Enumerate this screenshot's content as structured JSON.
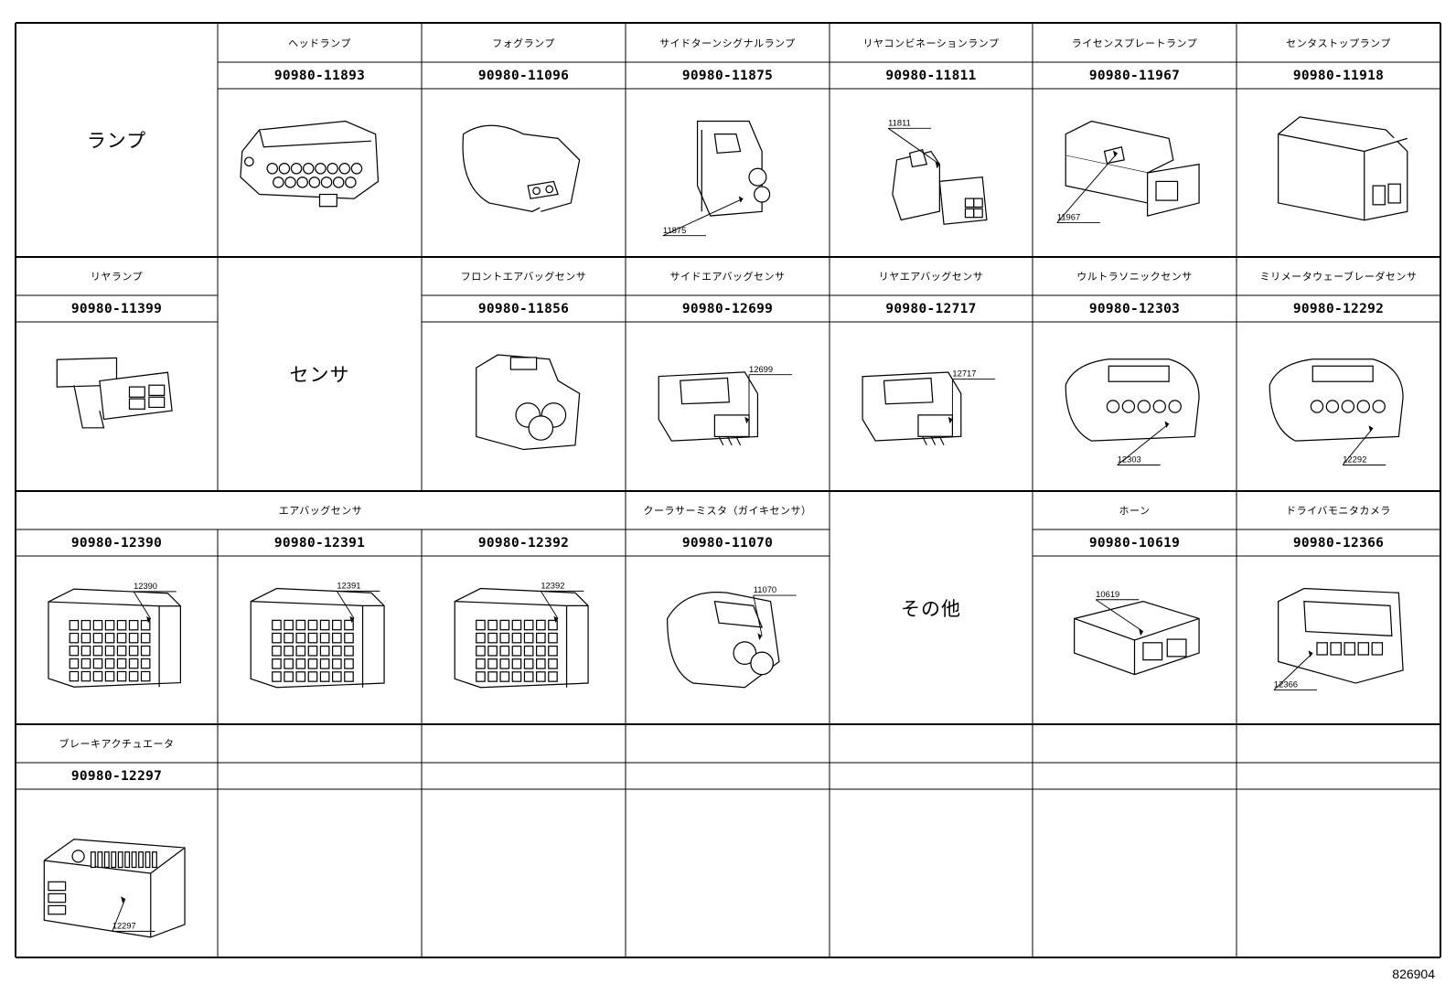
{
  "categories": {
    "lamp": "ランプ",
    "sensor": "センサ",
    "other": "その他"
  },
  "lamp_items": [
    {
      "name": "ヘッドランプ",
      "code": "90980-11893"
    },
    {
      "name": "フォグランプ",
      "code": "90980-11096"
    },
    {
      "name": "サイドターンシグナルランプ",
      "code": "90980-11875",
      "callout": "11875"
    },
    {
      "name": "リヤコンビネーションランプ",
      "code": "90980-11811",
      "callout": "11811"
    },
    {
      "name": "ライセンスプレートランプ",
      "code": "90980-11967",
      "callout": "11967"
    },
    {
      "name": "センタストップランプ",
      "code": "90980-11918"
    }
  ],
  "row2_items": [
    {
      "name": "リヤランプ",
      "code": "90980-11399"
    },
    {
      "name": "フロントエアバッグセンサ",
      "code": "90980-11856"
    },
    {
      "name": "サイドエアバッグセンサ",
      "code": "90980-12699",
      "callout": "12699"
    },
    {
      "name": "リヤエアバッグセンサ",
      "code": "90980-12717",
      "callout": "12717"
    },
    {
      "name": "ウルトラソニックセンサ",
      "code": "90980-12303",
      "callout": "12303"
    },
    {
      "name": "ミリメータウェーブレーダセンサ",
      "code": "90980-12292",
      "callout": "12292"
    }
  ],
  "row3": {
    "airbag_sensor_name": "エアバッグセンサ",
    "airbag_codes": [
      {
        "code": "90980-12390",
        "callout": "12390"
      },
      {
        "code": "90980-12391",
        "callout": "12391"
      },
      {
        "code": "90980-12392",
        "callout": "12392"
      }
    ],
    "cooler": {
      "name": "クーラサーミスタ（ガイキセンサ）",
      "code": "90980-11070",
      "callout": "11070"
    },
    "horn": {
      "name": "ホーン",
      "code": "90980-10619",
      "callout": "10619"
    },
    "camera": {
      "name": "ドライバモニタカメラ",
      "code": "90980-12366",
      "callout": "12366"
    }
  },
  "row4": {
    "name": "ブレーキアクチュエータ",
    "code": "90980-12297",
    "callout": "12297"
  },
  "footer_id": "826904"
}
